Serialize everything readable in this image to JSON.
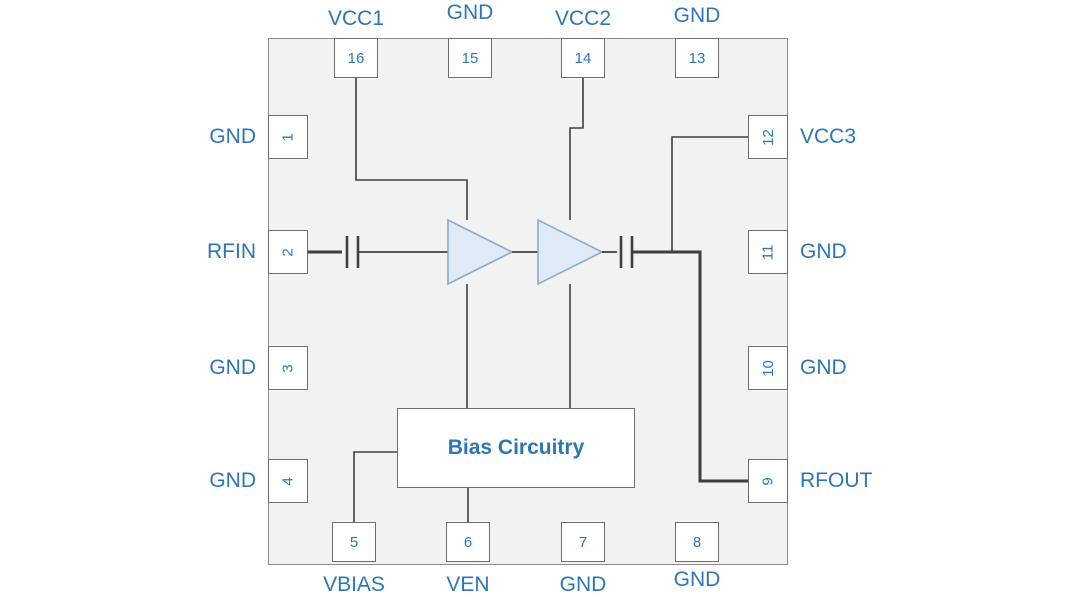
{
  "diagram": {
    "blocks": {
      "bias": "Bias Circuitry"
    },
    "pins": {
      "top": [
        {
          "number": "16",
          "label": "VCC1"
        },
        {
          "number": "15",
          "label": "GND"
        },
        {
          "number": "14",
          "label": "VCC2"
        },
        {
          "number": "13",
          "label": "GND"
        }
      ],
      "left": [
        {
          "number": "1",
          "label": "GND"
        },
        {
          "number": "2",
          "label": "RFIN"
        },
        {
          "number": "3",
          "label": "GND"
        },
        {
          "number": "4",
          "label": "GND"
        }
      ],
      "right": [
        {
          "number": "12",
          "label": "VCC3"
        },
        {
          "number": "11",
          "label": "GND"
        },
        {
          "number": "10",
          "label": "GND"
        },
        {
          "number": "9",
          "label": "RFOUT"
        }
      ],
      "bottom": [
        {
          "number": "5",
          "label": "VBIAS"
        },
        {
          "number": "6",
          "label": "VEN"
        },
        {
          "number": "7",
          "label": "GND"
        },
        {
          "number": "8",
          "label": "GND"
        }
      ]
    },
    "colors": {
      "label_blue": "#2E75B6",
      "chip_fill": "#F2F2F2",
      "amp_fill": "#DEEBF7",
      "amp_stroke": "#8EA9C2",
      "wire": "#3F3F3F",
      "pin_border": "#6E6E6E"
    }
  }
}
